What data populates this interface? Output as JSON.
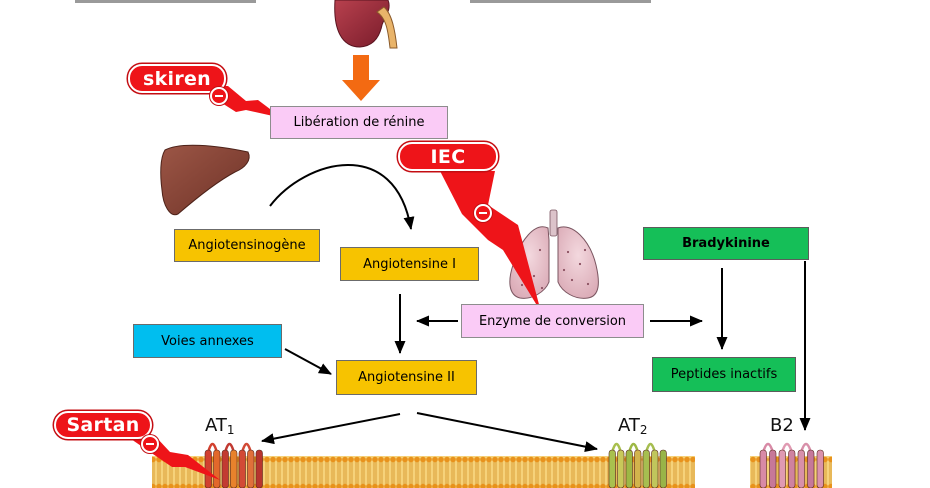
{
  "diagram": {
    "boxes": {
      "renin_release": "Libération de rénine",
      "angiotensinogen": "Angiotensinogène",
      "angiotensin_1": "Angiotensine I",
      "bradykinin": "Bradykinine",
      "conversion_enzyme": "Enzyme de conversion",
      "side_pathways": "Voies annexes",
      "angiotensin_2": "Angiotensine II",
      "inactive_peptides": "Peptides inactifs"
    },
    "inhibitors": {
      "renin_inhibitor": "skiren",
      "ace_inhibitor": "IEC",
      "receptor_blocker": "Sartan"
    },
    "receptors": {
      "at1": {
        "name": "AT",
        "subscript": "1"
      },
      "at2": {
        "name": "AT",
        "subscript": "2"
      },
      "b2": {
        "name": "B2"
      }
    }
  },
  "icons": [
    "kidney-icon",
    "liver-icon",
    "lungs-icon",
    "minus-circle-icon",
    "lightning-bolt-icon",
    "down-arrow-icon",
    "cell-membrane-icon",
    "receptor-icon"
  ],
  "colors": {
    "inhibitor_red": "#EE1419",
    "pink_box": "#FACBF6",
    "yellow_box": "#F7C300",
    "green_box": "#15BF58",
    "cyan_box": "#00BEEF",
    "orange_arrow": "#F36A12",
    "box_border": "#7A7A7A"
  }
}
